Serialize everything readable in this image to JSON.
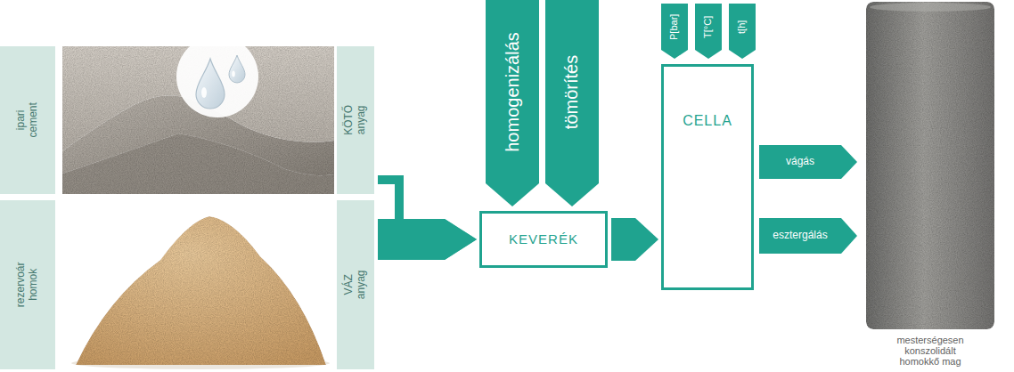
{
  "diagram": {
    "nodes": [
      {
        "text": [
          "ipari cement"
        ]
      },
      {
        "text": [
          "KÖTŐ anyag"
        ]
      },
      {
        "text": [
          "rezervoár homok"
        ]
      },
      {
        "text": [
          "VÁZ anyag"
        ]
      },
      {
        "text": [
          "homogenizálás"
        ]
      },
      {
        "text": [
          "tömörítés"
        ]
      },
      {
        "text": [
          "KEVERÉK"
        ]
      },
      {
        "text": [
          "P[bar]"
        ]
      },
      {
        "text": [
          "T[°C]"
        ]
      },
      {
        "text": [
          "t[h]"
        ]
      },
      {
        "text": [
          "CELLA"
        ]
      },
      {
        "text": [
          "vágás"
        ]
      },
      {
        "text": [
          "esztergálás"
        ]
      }
    ],
    "edges": [
      {
        "from": 1,
        "to": 6,
        "arrow": "to"
      },
      {
        "from": 3,
        "to": 6,
        "arrow": "to"
      },
      {
        "from": 6,
        "to": 10,
        "arrow": "to"
      }
    ],
    "labels": [
      "mesterségesen konszolidált homokkő mag"
    ]
  }
}
